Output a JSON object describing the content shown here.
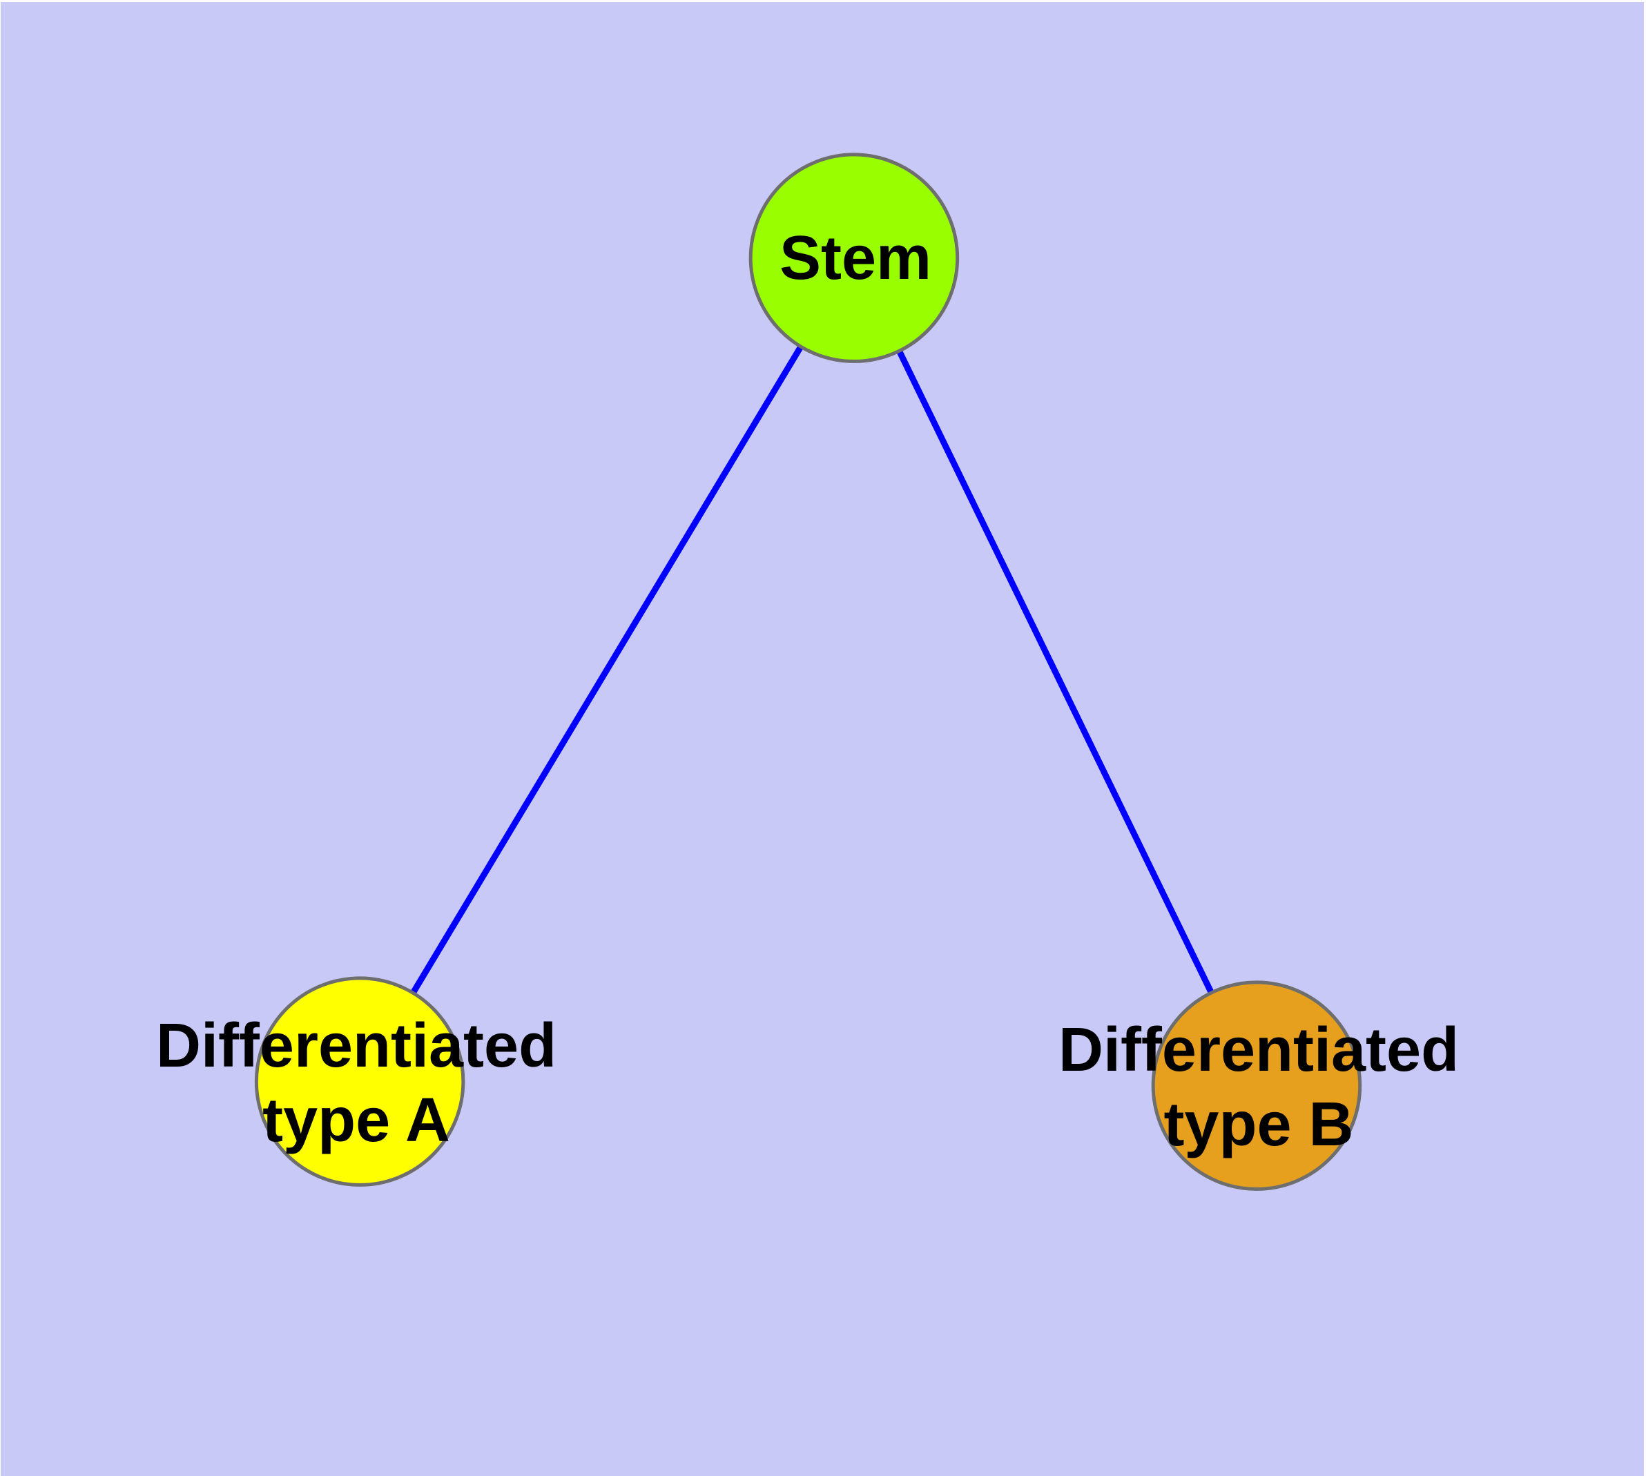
{
  "diagram": {
    "background_color": "#C9C9F7",
    "margin_color": "#FFFFFF",
    "edge_color": "#0000FF",
    "node_border_color": "#6E6E6E",
    "label_color": "#000000",
    "nodes": [
      {
        "id": "stem",
        "label": "Stem",
        "color": "#99FF00"
      },
      {
        "id": "type-a",
        "label": "Differentiated\ntype A",
        "color": "#FFFF00"
      },
      {
        "id": "type-b",
        "label": "Differentiated\ntype B",
        "color": "#E6A01E"
      }
    ],
    "edges": [
      {
        "from": "stem",
        "to": "type-a"
      },
      {
        "from": "stem",
        "to": "type-b"
      }
    ]
  }
}
